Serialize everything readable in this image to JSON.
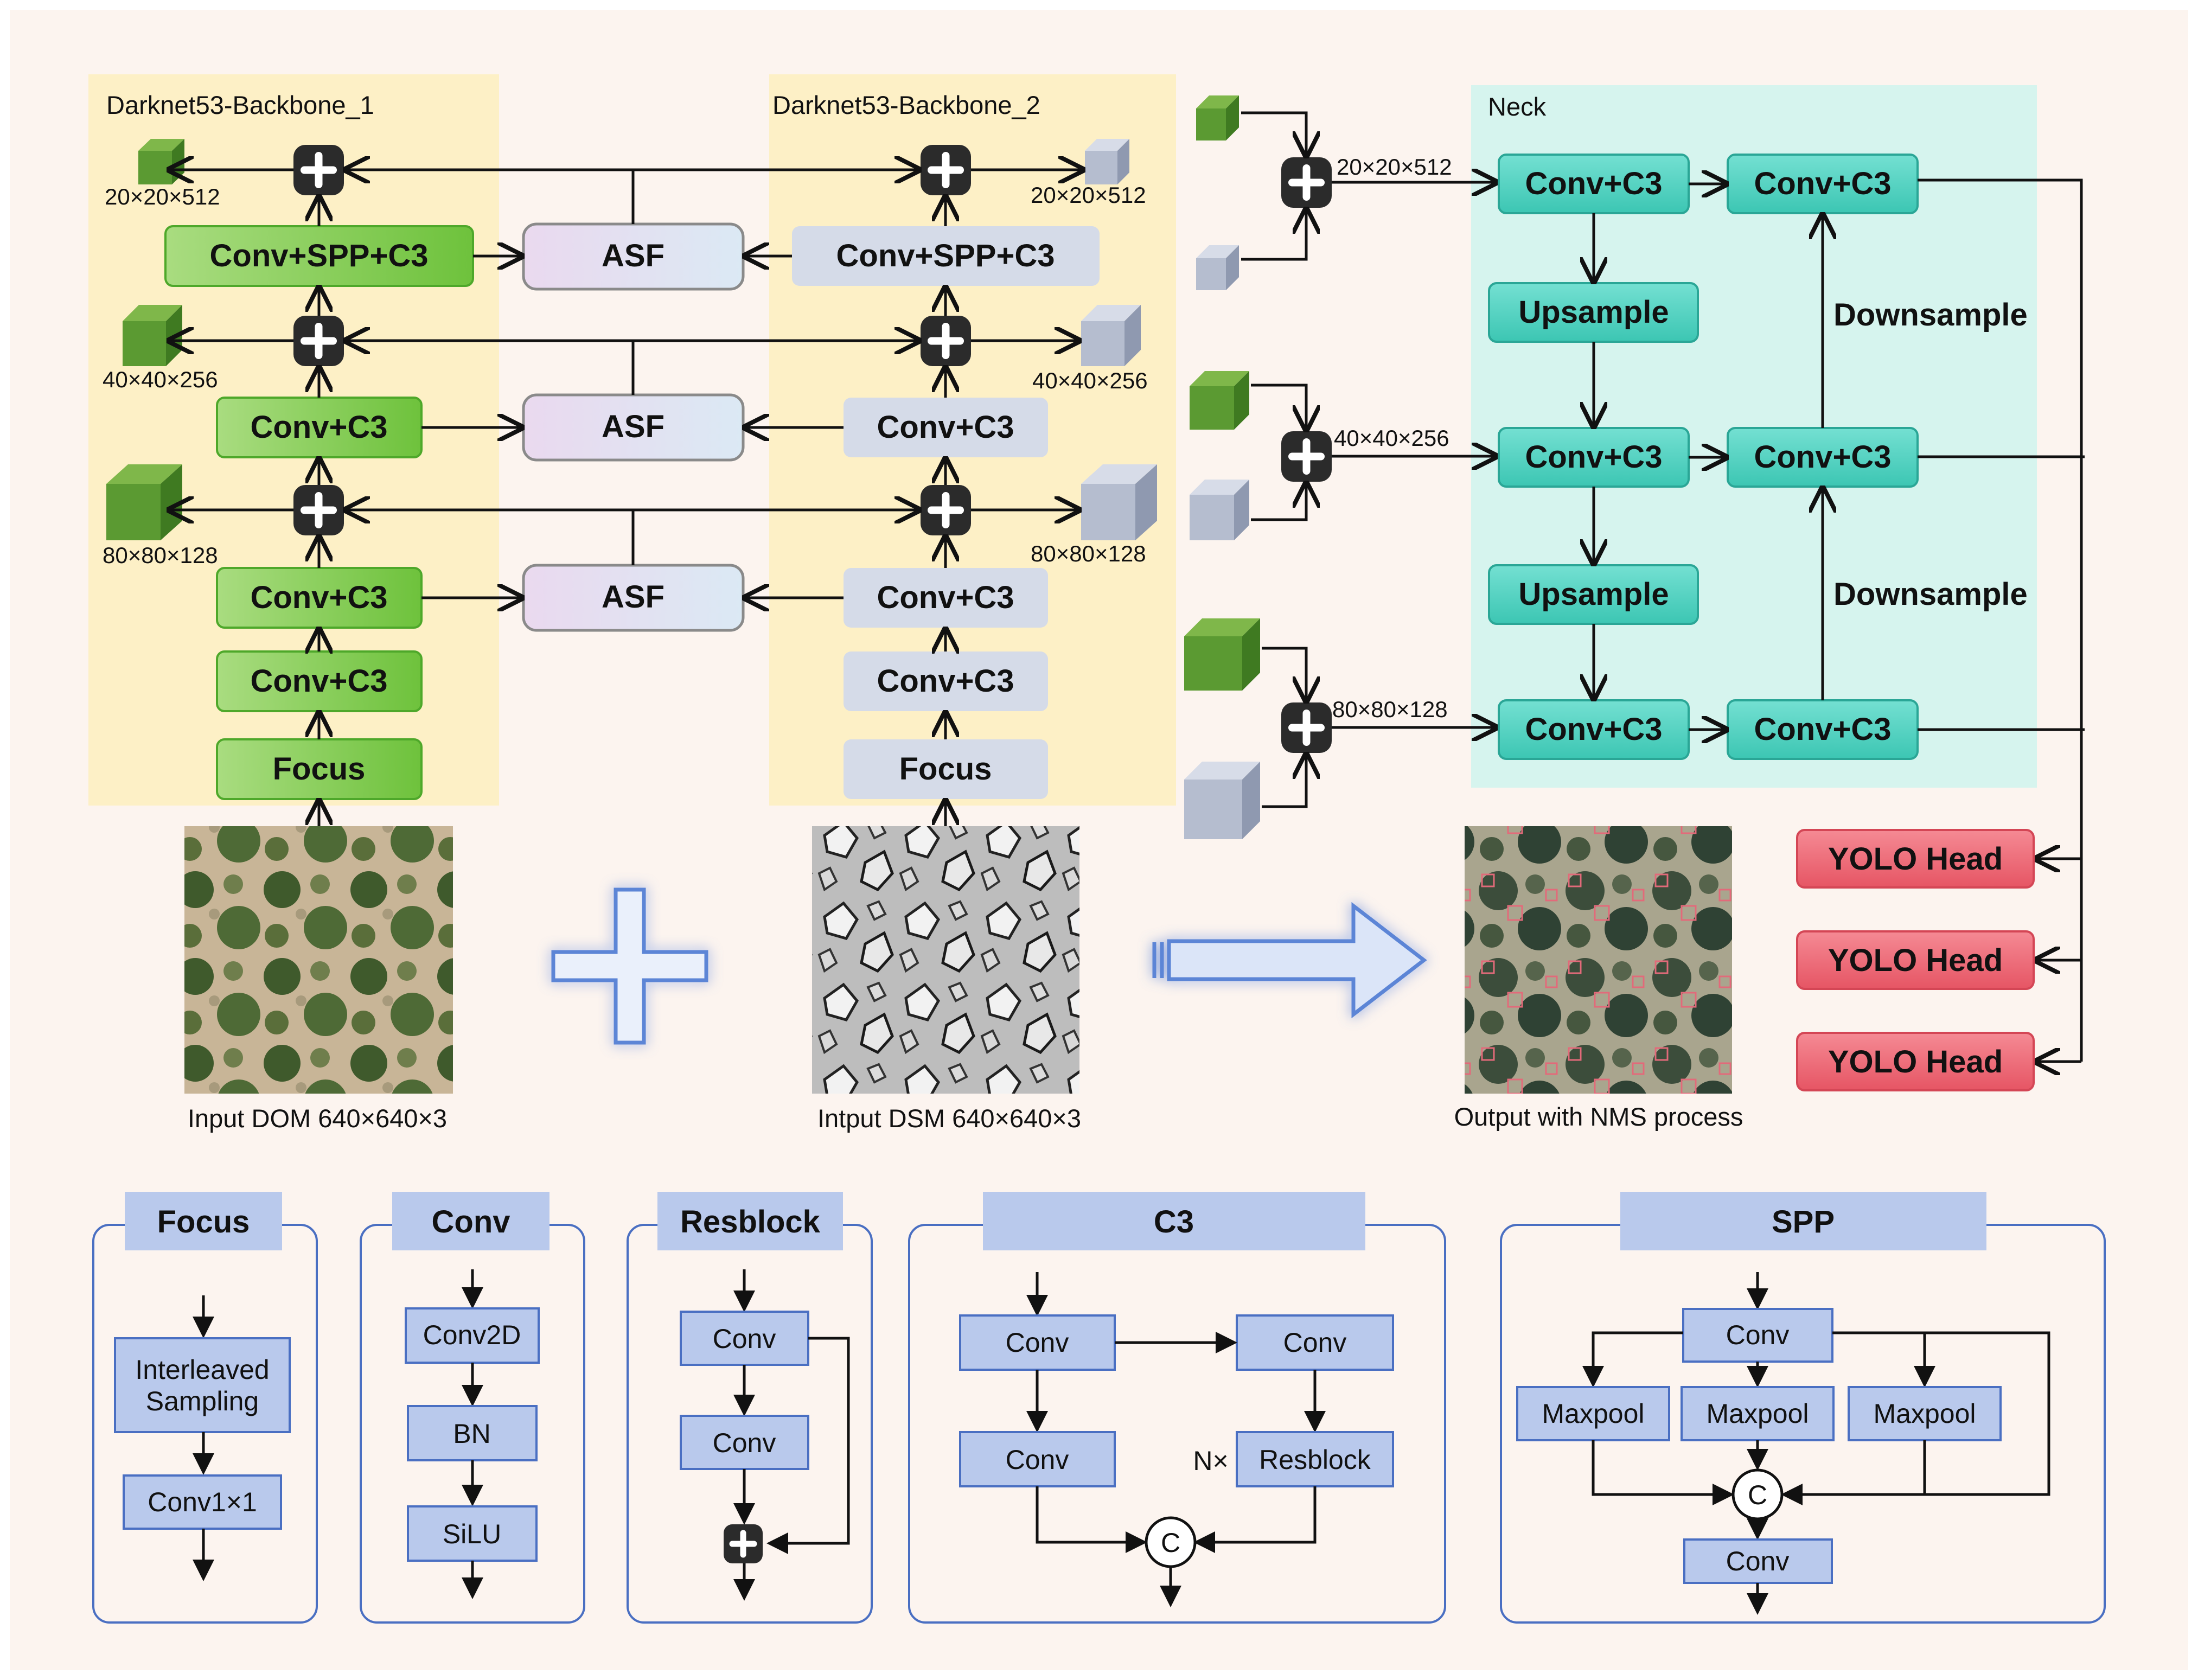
{
  "backbone1": {
    "title": "Darknet53-Backbone_1",
    "conv_spp_c3": "Conv+SPP+C3",
    "conv_c3_a": "Conv+C3",
    "conv_c3_b": "Conv+C3",
    "conv_c3_c": "Conv+C3",
    "focus": "Focus",
    "size_20": "20×20×512",
    "size_40": "40×40×256",
    "size_80": "80×80×128"
  },
  "backbone2": {
    "title": "Darknet53-Backbone_2",
    "conv_spp_c3": "Conv+SPP+C3",
    "conv_c3_a": "Conv+C3",
    "conv_c3_b": "Conv+C3",
    "conv_c3_c": "Conv+C3",
    "focus": "Focus",
    "size_20": "20×20×512",
    "size_40": "40×40×256",
    "size_80": "80×80×128"
  },
  "asf": {
    "label_1": "ASF",
    "label_2": "ASF",
    "label_3": "ASF"
  },
  "fusion": {
    "size_20": "20×20×512",
    "size_40": "40×40×256",
    "size_80": "80×80×128"
  },
  "neck": {
    "title": "Neck",
    "conv_c3": "Conv+C3",
    "upsample": "Upsample",
    "downsample": "Downsample"
  },
  "heads": [
    "YOLO Head",
    "YOLO Head",
    "YOLO Head"
  ],
  "inputs": {
    "dom_caption": "Input DOM 640×640×3",
    "dsm_caption": "Intput DSM 640×640×3",
    "output_caption": "Output with NMS process"
  },
  "legend": {
    "focus": {
      "title": "Focus",
      "interleaved_line1": "Interleaved",
      "interleaved_line2": "Sampling",
      "conv": "Conv1×1"
    },
    "conv": {
      "title": "Conv",
      "conv2d": "Conv2D",
      "bn": "BN",
      "silu": "SiLU"
    },
    "resblock": {
      "title": "Resblock",
      "conv1": "Conv",
      "conv2": "Conv"
    },
    "c3": {
      "title": "C3",
      "conv_tl": "Conv",
      "conv_tr": "Conv",
      "conv_bl": "Conv",
      "resblock": "Resblock",
      "repeat": "N×",
      "concat": "C"
    },
    "spp": {
      "title": "SPP",
      "conv_top": "Conv",
      "maxpool1": "Maxpool",
      "maxpool2": "Maxpool",
      "maxpool3": "Maxpool",
      "concat": "C",
      "conv_bottom": "Conv"
    }
  },
  "colors": {
    "background": "#fcf4ef",
    "backbone_panel": "#fdf0c6",
    "neck_panel": "#d6f4ee",
    "green_block": "#8ed15c",
    "grey_block": "#d5dbe8",
    "teal_block": "#4fd1c0",
    "yolo_head": "#ef6f7b",
    "legend_block": "#b9c9ec",
    "legend_border": "#4a6fc2"
  }
}
